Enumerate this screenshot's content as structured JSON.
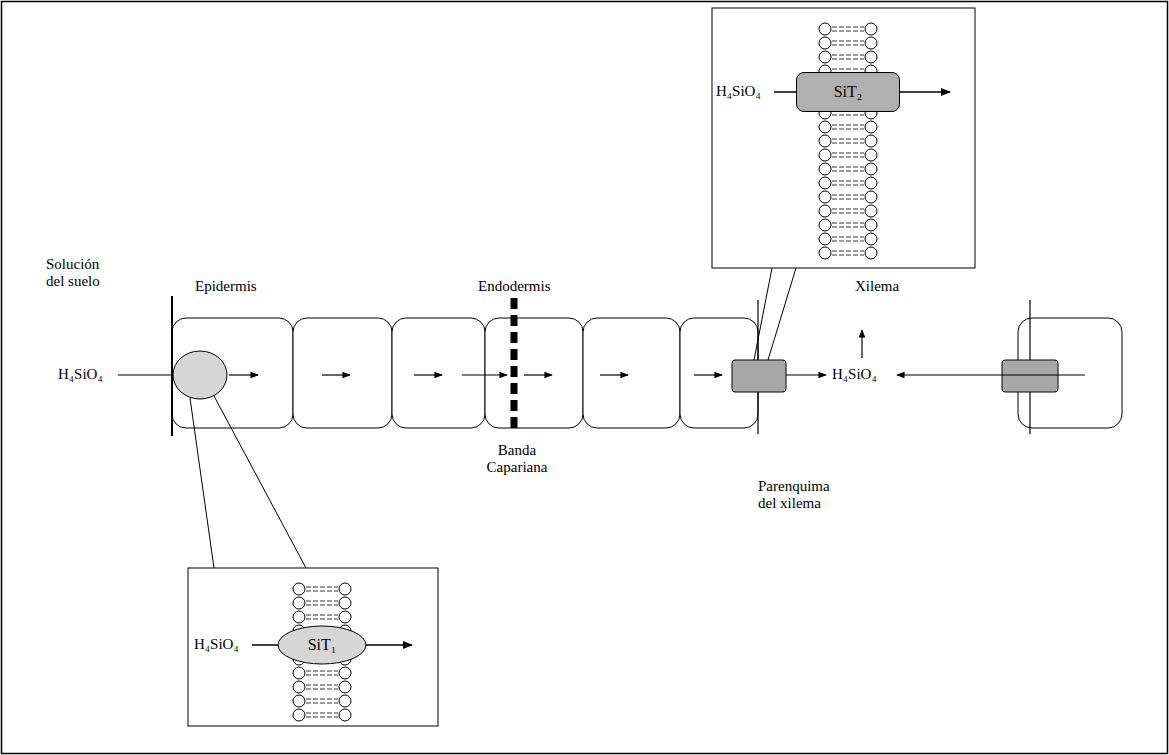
{
  "diagram": {
    "nodes": [
      {
        "text": [
          "SiT₂"
        ]
      },
      {
        "text": [
          "SiT₁"
        ]
      }
    ],
    "labels": [
      "H₄SiO₄",
      "Solución del suelo",
      "Epidermis",
      "Endodermis",
      "Xilema",
      "H₄SiO₄",
      "H₄SiO₄",
      "Banda Capariana",
      "Parenquima del xilema",
      "H₄SiO₄"
    ]
  }
}
